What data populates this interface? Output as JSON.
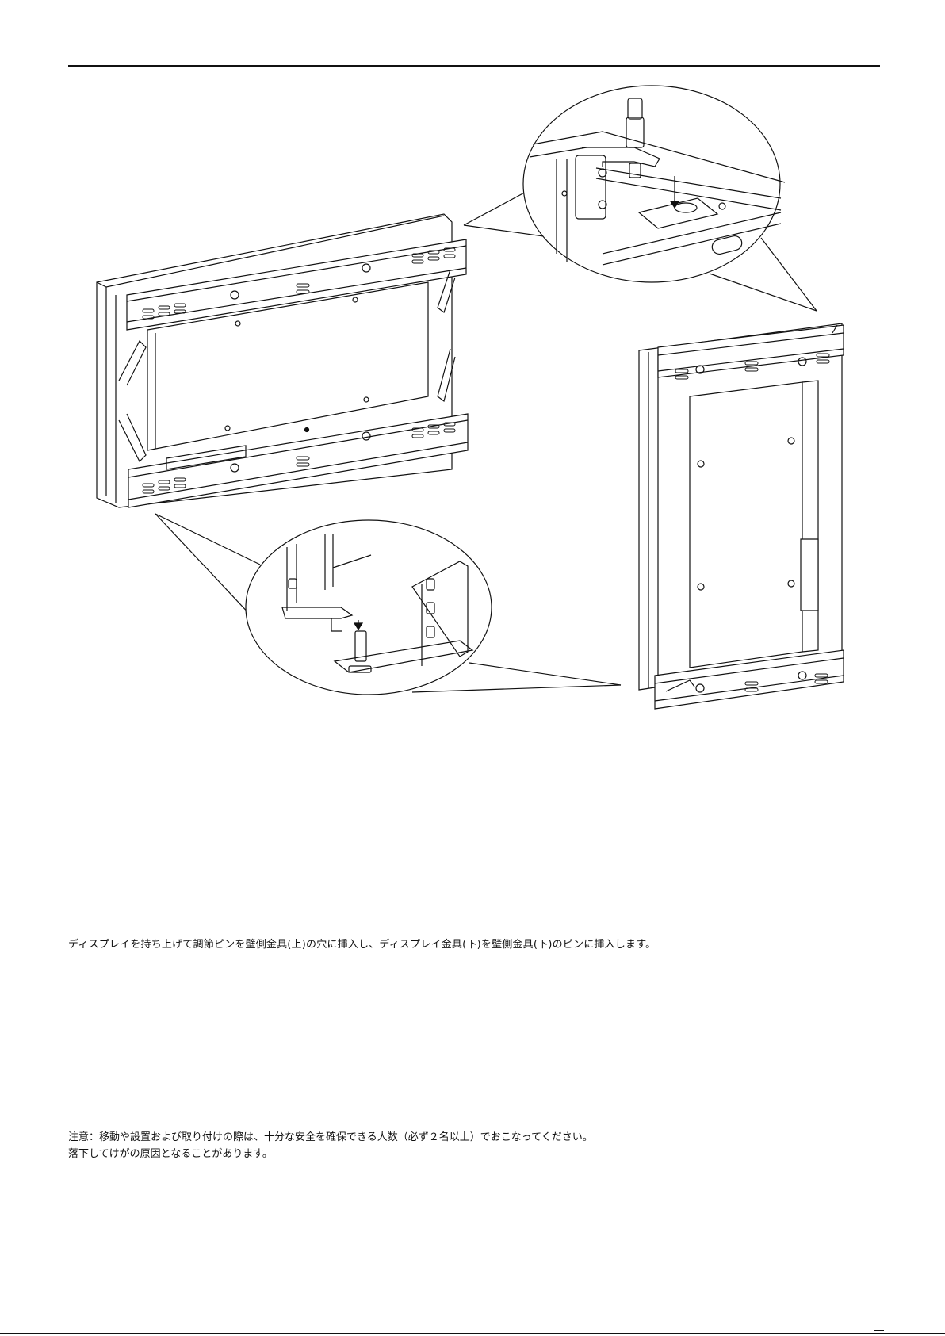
{
  "instruction": "ディスプレイを持ち上げて調節ピンを壁側金具(上)の穴に挿入し、ディスプレイ金具(下)を壁側金具(下)のピンに挿入します。",
  "caution": {
    "line1": "注意：移動や設置および取り付けの際は、十分な安全を確保できる人数（必ず２名以上）でおこなってください。",
    "line2": "落下してけがの原因となることがあります。"
  }
}
